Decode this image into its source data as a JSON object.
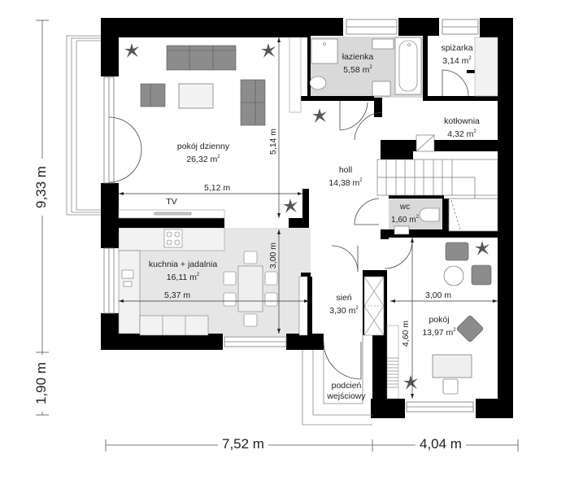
{
  "plan": {
    "type": "floor-plan",
    "rooms": [
      {
        "id": "pokoj-dzienny",
        "name": "pokój dzienny",
        "area": "26,32 m",
        "unit_sup": "2"
      },
      {
        "id": "lazienka",
        "name": "łazienka",
        "area": "5,58 m",
        "unit_sup": "2"
      },
      {
        "id": "spizarka",
        "name": "spiżarka",
        "area": "3,14 m",
        "unit_sup": "2"
      },
      {
        "id": "kotlownia",
        "name": "kotłownia",
        "area": "4,32 m",
        "unit_sup": "2"
      },
      {
        "id": "holl",
        "name": "holl",
        "area": "14,38 m",
        "unit_sup": "2"
      },
      {
        "id": "wc",
        "name": "wc",
        "area": "1,60 m",
        "unit_sup": "2"
      },
      {
        "id": "kuchnia-jadalnia",
        "name": "kuchnia + jadalnia",
        "area": "16,11 m",
        "unit_sup": "2"
      },
      {
        "id": "sien",
        "name": "sień",
        "area": "3,30 m",
        "unit_sup": "2"
      },
      {
        "id": "pokoj",
        "name": "pokój",
        "area": "13,97 m",
        "unit_sup": "2"
      },
      {
        "id": "podcien",
        "name": "podcień\nwejściowy",
        "line1": "podcień",
        "line2": "wejściowy",
        "area": ""
      }
    ],
    "labels": {
      "tv": "TV"
    },
    "inner_dimensions": {
      "living_width": "5,12 m",
      "living_height": "5,14 m",
      "kitchen_width": "5,37 m",
      "kitchen_height": "3,00 m",
      "room_width": "3,00 m",
      "room_height": "4,60 m"
    },
    "outer_dimensions": {
      "left_main": "9,33 m",
      "left_bottom": "1,90 m",
      "bottom_left": "7,52 m",
      "bottom_right": "4,04 m"
    },
    "colors": {
      "wall": "#000000",
      "furniture": "#8c8c8c",
      "wet_floor": "#d9d9d9",
      "kitchen_floor": "#e6e6e6",
      "line": "#555555"
    }
  }
}
